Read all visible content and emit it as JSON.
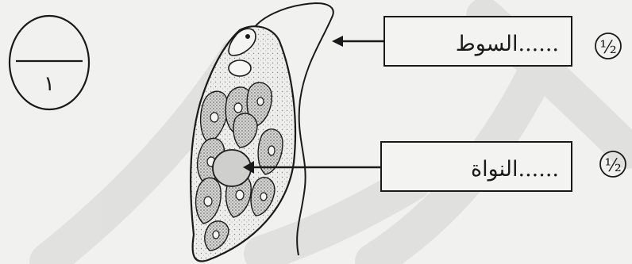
{
  "score": {
    "denominator": "١"
  },
  "answers": [
    {
      "marker": "½",
      "text": "السوط......"
    },
    {
      "marker": "½",
      "text": "النواة......"
    }
  ],
  "colors": {
    "ink": "#1a1a1a",
    "paper": "#f1f1ef",
    "watermark": "#c9c9c7"
  },
  "icons": {
    "diagram": "euglena-cell-diagram"
  }
}
